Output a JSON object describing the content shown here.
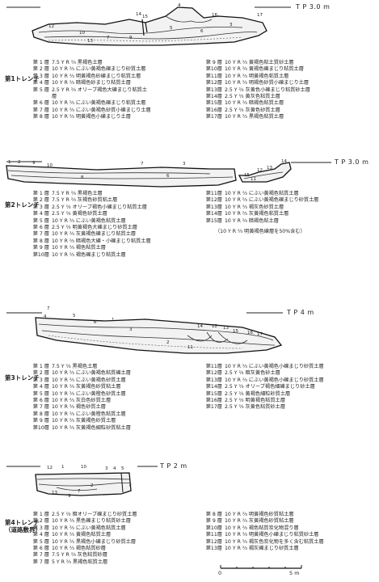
{
  "trenches": [
    {
      "name": "第1トレンチ",
      "tp": "T P 3.0 m",
      "profile_labels": [
        "12",
        "15",
        "14",
        "4",
        "16",
        "17",
        "10",
        "7",
        "9",
        "5",
        "6",
        "3",
        "13"
      ],
      "left": [
        [
          "第 1 層",
          "7.5 Y R ⅔  黒褐色土層"
        ],
        [
          "第 2 層",
          "10 Y R ⅔  にぶい黄褐色礫まじり砂質土層"
        ],
        [
          "第 3 層",
          "10 Y R ⅔  明黄褐色砂礫まじり粘質土層"
        ],
        [
          "第 4 層",
          "10 Y R ⅔  暗褐色砂まじり粘質土層"
        ],
        [
          "第 5 層",
          "2.5 Y R ⅔  オリーブ褐色大礫まじり粘質土"
        ],
        [
          "",
          "層"
        ],
        [
          "第 6 層",
          "10 Y R ⅔  にぶい黄褐色礫まじり粘質土層"
        ],
        [
          "第 7 層",
          "10 Y R ⅔  にぶい黄褐色砂質小礫まじり土層"
        ],
        [
          "第 8 層",
          "10 Y R ⅔  明黄褐色小礫まじり土層"
        ]
      ],
      "right": [
        [
          "第 9 層",
          "10 Y R ⅔  黄褐色粘土質砂土層"
        ],
        [
          "第10層",
          "10 Y R ⅔  黄褐色礫まじり粘質土層"
        ],
        [
          "第11層",
          "10 Y R ⅔  明黄褐色粘質土層"
        ],
        [
          "第12層",
          "10 Y R ⅔  明褐色砂質小礫まじり土層"
        ],
        [
          "第13層",
          "2.5 Y ⅔  灰黄色小礫まじり粘質砂土層"
        ],
        [
          "第14層",
          "2.5 Y ⅔  黄灰色粘質土層"
        ],
        [
          "第15層",
          "10 Y R ⅔  暗褐色粘質土層"
        ],
        [
          "第16層",
          "2.5 Y ⅔  灰黄色砂質土層"
        ],
        [
          "第17層",
          "10 Y R ⅔  黒褐色粘質土層"
        ]
      ]
    },
    {
      "name": "第2トレンチ",
      "tp": "T P 3.0 m",
      "profile_labels": [
        "1",
        "2",
        "9",
        "10",
        "7",
        "3",
        "6",
        "8",
        "15",
        "11",
        "12",
        "13",
        "14"
      ],
      "left": [
        [
          "第 1 層",
          "7.5 Y R ⅔  黒褐色土層"
        ],
        [
          "第 2 層",
          "7.5 Y R ⅔  灰褐色砂質粘土層"
        ],
        [
          "第 3 層",
          "2.5 Y ⅔  オリーブ褐色小礫まじり粘質土層"
        ],
        [
          "第 4 層",
          "2.5 Y ⅔  黄褐色砂質土層"
        ],
        [
          "第 5 層",
          "10 Y R ⅔  にぶい黄褐色粘質土層"
        ],
        [
          "第 6 層",
          "2.5 Y ⅔  明黄褐色大礫まじり砂質土層"
        ],
        [
          "第 7 層",
          "10 Y R ⅔  灰黄褐色礫まじり粘質土層"
        ],
        [
          "第 8 層",
          "10 Y R ⅔  暗褐色大礫・小礫まじり粘質土層"
        ],
        [
          "第 9 層",
          "10 Y R ⅔  褐色粘質土層"
        ],
        [
          "第10層",
          "10 Y R ⅔  褐色礫まじり粘質土層"
        ]
      ],
      "right": [
        [
          "第11層",
          "10 Y R ⅔  にぶい黄褐色粘質土層"
        ],
        [
          "第12層",
          "10 Y R ⅔  にぶい黄褐色礫まじり砂質土層"
        ],
        [
          "第13層",
          "10 Y R ⅔  褐灰色砂質土層"
        ],
        [
          "第14層",
          "10 Y R ⅔  灰黄褐色粘質土層"
        ],
        [
          "第15層",
          "10 Y R ⅔  暗褐色粘土層"
        ]
      ],
      "note": "（10 Y R ⅔ 明黄褐色礫層を50%含む）"
    },
    {
      "name": "第3トレンチ",
      "tp": "T P 4 m",
      "profile_labels": [
        "7",
        "4",
        "5",
        "6",
        "1",
        "3",
        "14",
        "12",
        "13",
        "15",
        "16",
        "11",
        "17",
        "2"
      ],
      "left": [
        [
          "第 1 層",
          "7.5 Y ⅔  黒褐色土層"
        ],
        [
          "第 2 層",
          "10 Y R ⅔  にぶい黄褐色粘質礫土層"
        ],
        [
          "第 3 層",
          "10 Y R ⅔  にぶい黄褐色砂質土層"
        ],
        [
          "第 4 層",
          "10 Y R ⅔  灰黄褐色砂質粘土層"
        ],
        [
          "第 5 層",
          "10 Y R ⅔  にぶい黄橙色砂質土層"
        ],
        [
          "第 6 層",
          "10 Y R ⅔  灰白色砂質土層"
        ],
        [
          "第 7 層",
          "10 Y R ⅔  褐色砂質土層"
        ],
        [
          "第 8 層",
          "10 Y R ⅔  にぶい黄橙色粘質土層"
        ],
        [
          "第 9 層",
          "10 Y R ⅔  灰黄褐色砂質土層"
        ],
        [
          "第10層",
          "10 Y R ⅔  灰黄褐色細粒砂質粘土層"
        ]
      ],
      "right": [
        [
          "第11層",
          "10 Y R ⅔  にぶい黄褐色小礫まじり砂質土層"
        ],
        [
          "第12層",
          "2.5 Y ⅔  暗灰黄色砂土層"
        ],
        [
          "第13層",
          "10 Y R ⅔  にぶい黄褐色小礫まじり砂質土層"
        ],
        [
          "第14層",
          "2.5 Y ⅔  オリーブ褐色細礫まじり砂土層"
        ],
        [
          "第15層",
          "2.5 Y ⅔  黄褐色細粒砂質土層"
        ],
        [
          "第16層",
          "2.5 Y ⅔  明黄褐色粘質土層"
        ],
        [
          "第17層",
          "2.5 Y ⅔  灰黄色粘質砂土層"
        ]
      ]
    },
    {
      "name": "第4トレンチ",
      "subname": "（道路敷界）",
      "tp": "T P 2 m",
      "profile_labels": [
        "12",
        "1",
        "10",
        "3",
        "4",
        "5",
        "2",
        "13",
        "7",
        "9"
      ],
      "left": [
        [
          "第 1 層",
          "2.5 Y ⅔  暗オリーブ礫まじり砂質土層"
        ],
        [
          "第 2 層",
          "10 Y R ⅔  黒色礫まじり粘質砂土層"
        ],
        [
          "第 3 層",
          "10 Y R ⅔  にぶい黄褐色粘質土層"
        ],
        [
          "第 4 層",
          "10 Y R ⅔  黄褐色粘質土層"
        ],
        [
          "第 5 層",
          "10 Y R ⅔  黒褐色小礫まじり砂質土層"
        ],
        [
          "第 6 層",
          "10 Y R ⅔  褐色粘質砂層"
        ],
        [
          "第 7 層",
          "7.5 Y R ⅔  灰色粘質砂層"
        ],
        [
          "第 7 層",
          "5 Y R ⅔  黒褐色粘質土層"
        ]
      ],
      "right": [
        [
          "第 8 層",
          "10 Y R ⅔  明黄褐色砂質粘土層"
        ],
        [
          "第 9 層",
          "10 Y R ⅔  灰黄褐色砂質粘土層"
        ],
        [
          "第10層",
          "10 Y R ⅔  褐色粘質炭化物混り層"
        ],
        [
          "第11層",
          "10 Y R ⅔  明黄褐色小礫まじり粘質砂土層"
        ],
        [
          "第12層",
          "10 Y R ⅔  褐灰色炭化物を多く含む粘質土層"
        ],
        [
          "第13層",
          "10 Y R ⅔  褐灰礫まじり砂質土層"
        ]
      ]
    }
  ],
  "scale": {
    "left_label": "0",
    "right_label": "5 m"
  }
}
